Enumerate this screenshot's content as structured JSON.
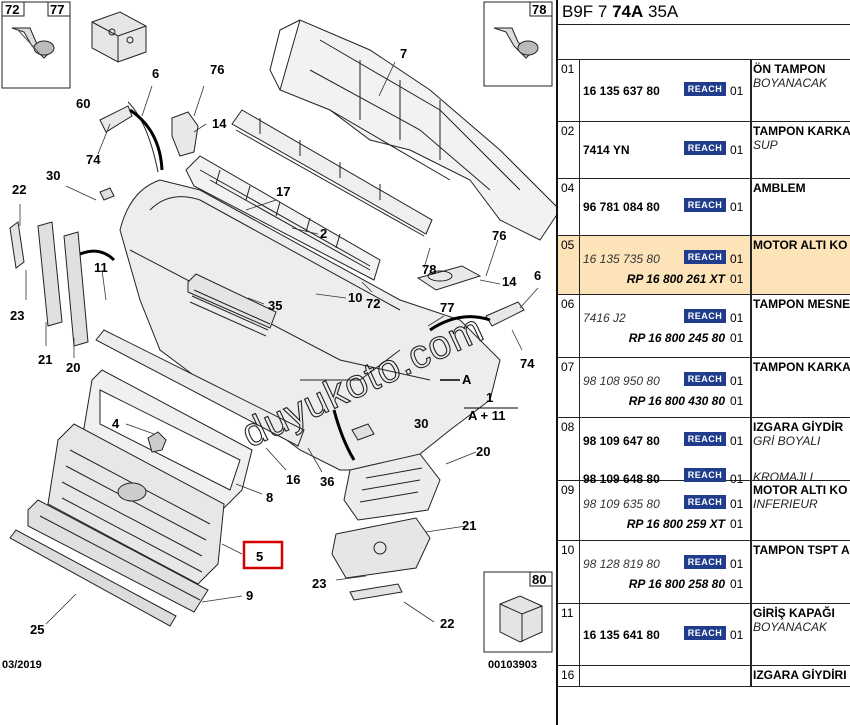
{
  "diagram": {
    "thumbnails": [
      {
        "id": "thumb-72-77",
        "labels": [
          "72",
          "77"
        ]
      },
      {
        "id": "thumb-78",
        "labels": [
          "78"
        ]
      },
      {
        "id": "thumb-80",
        "labels": [
          "80"
        ]
      }
    ],
    "callouts": [
      "7",
      "60",
      "6",
      "76",
      "14",
      "74",
      "30",
      "22",
      "17",
      "2",
      "76",
      "78",
      "14",
      "6",
      "11",
      "35",
      "10",
      "72",
      "77",
      "74",
      "23",
      "21",
      "20",
      "A",
      "1",
      "A + 11",
      "30",
      "4",
      "16",
      "36",
      "20",
      "8",
      "21",
      "5",
      "23",
      "9",
      "22",
      "25"
    ],
    "selected_callout": "5",
    "date_code": "03/2019",
    "image_code": "00103903",
    "watermark": "duyukoto.com"
  },
  "table": {
    "header_prefix": "B9F 7",
    "header_bold": "74A",
    "header_suffix": "35A",
    "badge_label": "REACH",
    "rows": [
      {
        "idx": "01",
        "ref": "16 135 637 80",
        "ref_italic": false,
        "qty": "01",
        "ref2": "",
        "qty2": "",
        "desc": "ÖN TAMPON",
        "sub": "BOYANACAK",
        "sub2": "",
        "highlight": false
      },
      {
        "idx": "02",
        "ref": "7414 YN",
        "ref_italic": false,
        "qty": "01",
        "ref2": "",
        "qty2": "",
        "desc": "TAMPON KARKAS",
        "sub": "SUP",
        "sub2": "",
        "highlight": false
      },
      {
        "idx": "04",
        "ref": "96 781 084 80",
        "ref_italic": false,
        "qty": "01",
        "ref2": "",
        "qty2": "",
        "desc": "AMBLEM",
        "sub": "",
        "sub2": "",
        "highlight": false
      },
      {
        "idx": "05",
        "ref": "16 135 735 80",
        "ref_italic": true,
        "qty": "01",
        "ref2": "RP 16 800 261 XT",
        "qty2": "01",
        "desc": "MOTOR ALTI KO",
        "sub": "",
        "sub2": "",
        "highlight": true
      },
      {
        "idx": "06",
        "ref": "7416 J2",
        "ref_italic": true,
        "qty": "01",
        "ref2": "RP 16 800 245 80",
        "qty2": "01",
        "desc": "TAMPON MESNE",
        "sub": "",
        "sub2": "",
        "highlight": false
      },
      {
        "idx": "07",
        "ref": "98 108 950 80",
        "ref_italic": true,
        "qty": "01",
        "ref2": "RP 16 800 430 80",
        "qty2": "01",
        "desc": "TAMPON KARKA",
        "sub": "",
        "sub2": "",
        "highlight": false
      },
      {
        "idx": "08",
        "ref": "98 109 647 80",
        "ref_italic": false,
        "qty": "01",
        "ref2": "98 109 648 80",
        "qty2": "01",
        "desc": "IZGARA GİYDİR",
        "sub": "GRİ BOYALI",
        "sub2": "KROMAJLI",
        "highlight": false
      },
      {
        "idx": "09",
        "ref": "98 109 635 80",
        "ref_italic": true,
        "qty": "01",
        "ref2": "RP 16 800 259 XT",
        "qty2": "01",
        "desc": "MOTOR ALTI KO",
        "sub": "INFERIEUR",
        "sub2": "",
        "highlight": false
      },
      {
        "idx": "10",
        "ref": "98 128 819 80",
        "ref_italic": true,
        "qty": "01",
        "ref2": "RP 16 800 258 80",
        "qty2": "01",
        "desc": "TAMPON TSPT A",
        "sub": "",
        "sub2": "",
        "highlight": false
      },
      {
        "idx": "11",
        "ref": "16 135 641 80",
        "ref_italic": false,
        "qty": "01",
        "ref2": "",
        "qty2": "",
        "desc": "GİRİŞ KAPAĞI",
        "sub": "BOYANACAK",
        "sub2": "",
        "highlight": false
      },
      {
        "idx": "16",
        "ref": "",
        "ref_italic": false,
        "qty": "",
        "ref2": "",
        "qty2": "",
        "desc": "IZGARA GİYDİRI",
        "sub": "",
        "sub2": "",
        "highlight": false
      }
    ]
  },
  "colors": {
    "badge": "#1f3d8c",
    "highlight_row": "#fde3b8",
    "selected_callout_border": "#d40000"
  }
}
